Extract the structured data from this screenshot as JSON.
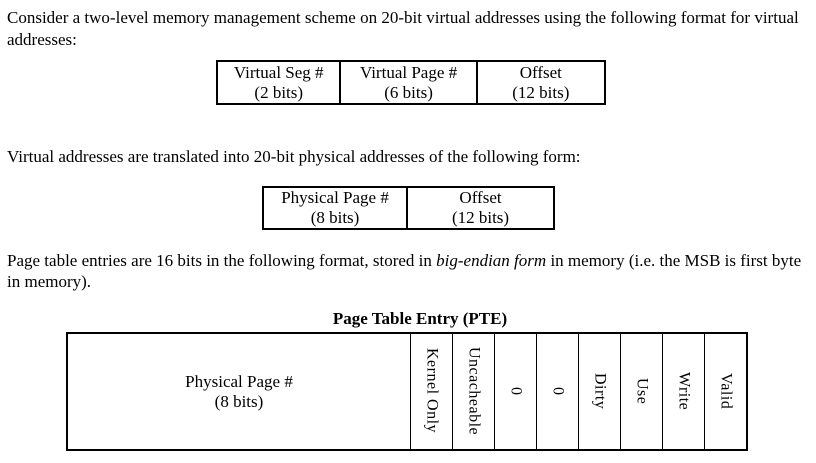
{
  "document": {
    "intro_paragraph": "Consider a two-level memory management scheme on 20-bit virtual addresses using the following format for virtual addresses:",
    "translation_paragraph": "Virtual addresses are translated into 20-bit physical addresses of the following form:",
    "pte_paragraph": {
      "before_italic": "Page table entries are 16 bits in the following format, stored in ",
      "italic": "big-endian form",
      "after_italic": " in memory (i.e. the MSB is first byte in memory)."
    }
  },
  "virtual_address_table": {
    "cells": [
      {
        "name": "Virtual Seg #",
        "bits": "(2 bits)"
      },
      {
        "name": "Virtual Page #",
        "bits": "(6 bits)"
      },
      {
        "name": "Offset",
        "bits": "(12 bits)"
      }
    ]
  },
  "physical_address_table": {
    "cells": [
      {
        "name": "Physical Page #",
        "bits": "(8 bits)"
      },
      {
        "name": "Offset",
        "bits": "(12 bits)"
      }
    ]
  },
  "pte_table": {
    "title": "Page Table Entry (PTE)",
    "wide_cell": {
      "name": "Physical Page #",
      "bits": "(8 bits)"
    },
    "bit_fields": [
      "Kernel Only",
      "Uncacheable",
      "0",
      "0",
      "Dirty",
      "Use",
      "Write",
      "Valid"
    ]
  },
  "colors": {
    "background": "#ffffff",
    "text": "#000000",
    "border": "#000000"
  }
}
